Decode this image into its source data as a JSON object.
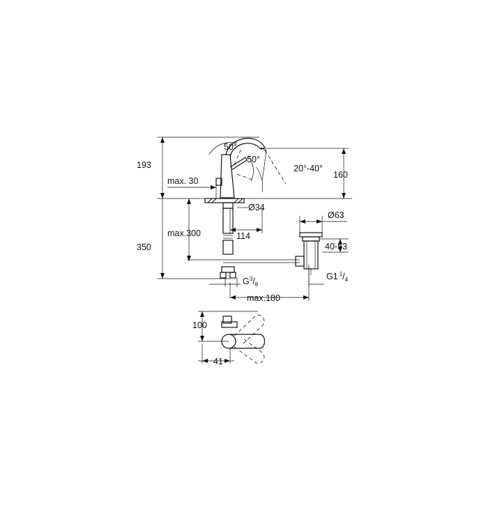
{
  "dimensions": {
    "angle_handle": "50°",
    "angle_handle_2": "50°",
    "angle_spout": "20°-40°",
    "height_total": "193",
    "height_spout": "160",
    "max_30": "max. 30",
    "dia_34": "Ø34",
    "max_300": "max.300",
    "d_114": "114",
    "d_350": "350",
    "dia_63": "Ø63",
    "d_40_53": "40-53",
    "g38_base": "G",
    "g38_num": "3",
    "g38_den": "8",
    "g1_base": "G1",
    "g1_num": "1",
    "g1_den": "4",
    "max_180": "max.180",
    "d_100": "100",
    "d_41": "41"
  }
}
